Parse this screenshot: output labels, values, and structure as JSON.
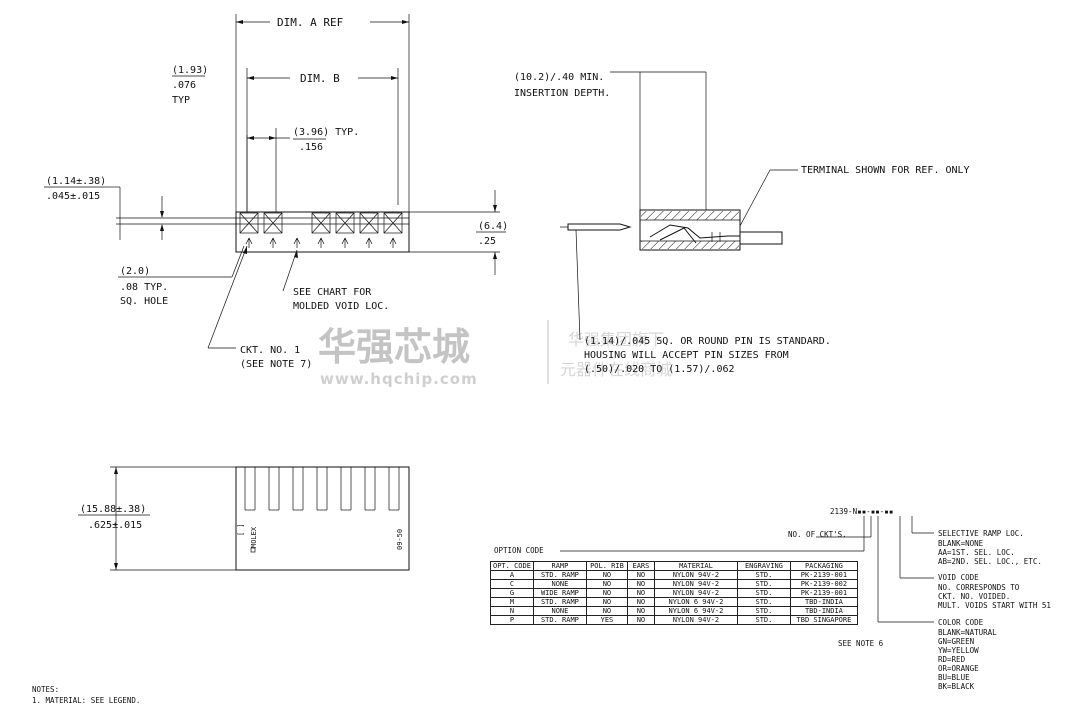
{
  "dims": {
    "dim_a": "DIM. A REF",
    "dim_b": "DIM. B",
    "pitch_mm": "(1.93)",
    "pitch_in": ".076",
    "pitch_typ": "TYP",
    "pin_mm_typ": "(3.96) TYP.",
    "pin_in": ".156",
    "flange_mm": "(1.14±.38)",
    "flange_in": ".045±.015",
    "height_mm": "(6.4)",
    "height_in": ".25",
    "hole_mm": "(2.0)",
    "hole_in": ".08 TYP.",
    "hole_label": "SQ. HOLE",
    "void_note_1": "SEE CHART FOR",
    "void_note_2": "MOLDED VOID LOC.",
    "ckt_1": "CKT. NO. 1",
    "ckt_2": "(SEE NOTE 7)",
    "depth_1": "(10.2)/.40 MIN.",
    "depth_2": "INSERTION DEPTH.",
    "terminal": "TERMINAL SHOWN FOR REF. ONLY",
    "pin_1": "(1.14)/.045 SQ. OR ROUND PIN IS STANDARD.",
    "pin_2": "HOUSING WILL ACCEPT PIN SIZES FROM",
    "pin_3": "(.50)/.020 TO (1.57)/.062",
    "len_mm": "(15.88±.38)",
    "len_in": ".625±.015",
    "mark_molex": "MOLEX",
    "mark_code": "09-50",
    "mark_c": "[ ]"
  },
  "watermark": {
    "cn_main": "华强芯城",
    "url": "www.hqchip.com",
    "cn_sub_1": "华强集团旗下",
    "cn_sub_2": "元器件在线商城"
  },
  "part_code": {
    "code": "2139-N▪▪-▪▪-▪▪",
    "no_ckts": "NO. OF CKT'S.",
    "option_code": "OPTION CODE",
    "ramp_title": "SELECTIVE RAMP LOC.",
    "ramp_items": [
      "BLANK=NONE",
      "AA=1ST. SEL. LOC.",
      "AB=2ND. SEL. LOC., ETC."
    ],
    "void_title": "VOID CODE",
    "void_items": [
      "NO. CORRESPONDS TO",
      "CKT. NO. VOIDED.",
      "MULT. VOIDS START WITH 51"
    ],
    "color_title": "COLOR CODE",
    "color_items": [
      "BLANK=NATURAL",
      "GN=GREEN",
      "YW=YELLOW",
      "RD=RED",
      "OR=ORANGE",
      "BU=BLUE",
      "BK=BLACK"
    ]
  },
  "option_table": {
    "headers": [
      "OPT. CODE",
      "RAMP",
      "POL. RIB",
      "EARS",
      "MATERIAL",
      "ENGRAVING",
      "PACKAGING"
    ],
    "rows": [
      [
        "A",
        "STD. RAMP",
        "NO",
        "NO",
        "NYLON 94V-2",
        "STD.",
        "PK-2139-001"
      ],
      [
        "C",
        "NONE",
        "NO",
        "NO",
        "NYLON 94V-2",
        "STD.",
        "PK-2139-002"
      ],
      [
        "G",
        "WIDE RAMP",
        "NO",
        "NO",
        "NYLON 94V-2",
        "STD.",
        "PK-2139-001"
      ],
      [
        "M",
        "STD. RAMP",
        "NO",
        "NO",
        "NYLON 6 94V-2",
        "STD.",
        "TBD-INDIA"
      ],
      [
        "N",
        "NONE",
        "NO",
        "NO",
        "NYLON 6 94V-2",
        "STD.",
        "TBD-INDIA"
      ],
      [
        "P",
        "STD. RAMP",
        "YES",
        "NO",
        "NYLON 94V-2",
        "STD.",
        "TBD SINGAPORE"
      ]
    ],
    "see_note": "SEE NOTE 6"
  },
  "notes": {
    "title": "NOTES:",
    "items": [
      "1. MATERIAL: SEE LEGEND."
    ]
  }
}
